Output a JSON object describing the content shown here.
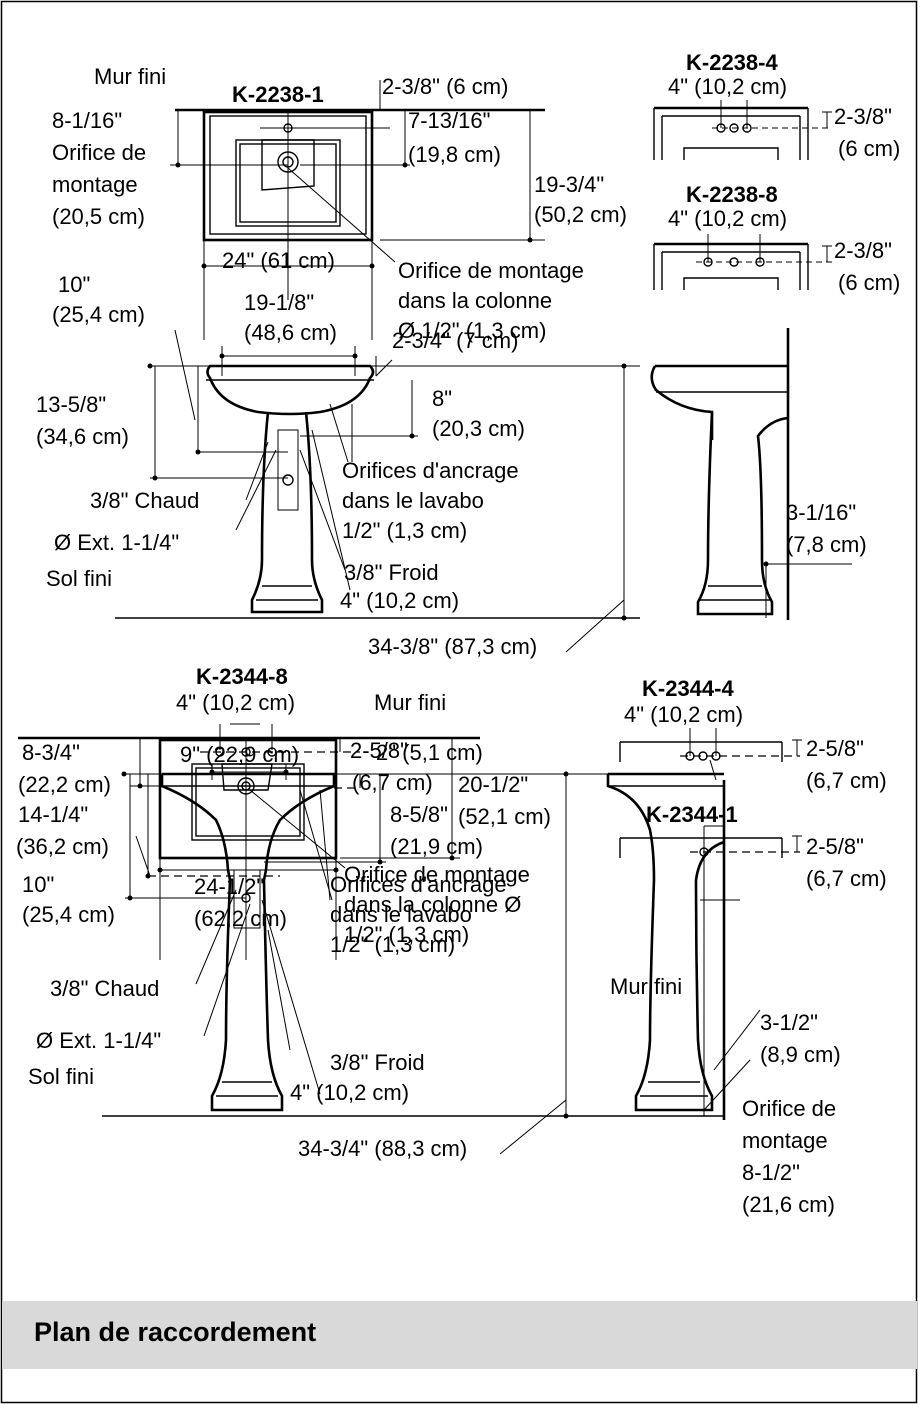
{
  "upper": {
    "model_main": "K-2238-1",
    "model_4": "K-2238-4",
    "model_8": "K-2238-8",
    "wall_label": "Mur fini",
    "floor_label": "Sol fini",
    "dim_2_3_8": "2-3/8\" (6 cm)",
    "dim_7_13_16_a": "7-13/16\"",
    "dim_7_13_16_b": "(19,8 cm)",
    "dim_8_1_16_a": "8-1/16\"",
    "dim_8_1_16_b": "Orifice de",
    "dim_8_1_16_c": "montage",
    "dim_8_1_16_d": "(20,5 cm)",
    "dim_19_3_4_a": "19-3/4\"",
    "dim_19_3_4_b": "(50,2 cm)",
    "dim_24": "24\" (61 cm)",
    "col_hole_a": "Orifice de montage",
    "col_hole_b": "dans la colonne",
    "col_hole_c": "Ø 1/2\" (1,3 cm)",
    "dim_10_a": "10\"",
    "dim_10_b": "(25,4 cm)",
    "dim_19_1_8_a": "19-1/8\"",
    "dim_19_1_8_b": "(48,6 cm)",
    "dim_2_3_4": "2-3/4\" (7 cm)",
    "dim_13_5_8_a": "13-5/8\"",
    "dim_13_5_8_b": "(34,6 cm)",
    "dim_8_a": "8\"",
    "dim_8_b": "(20,3 cm)",
    "anchor_a": "Orifices d'ancrage",
    "anchor_b": "dans le lavabo",
    "anchor_c": "1/2\" (1,3 cm)",
    "hot": "3/8\" Chaud",
    "ext": "Ø Ext. 1-1/4\"",
    "cold": "3/8\" Froid",
    "dim_4_bottom": "4\" (10,2 cm)",
    "dim_3_1_16_a": "3-1/16\"",
    "dim_3_1_16_b": "(7,8 cm)",
    "dim_34_3_8": "34-3/8\" (87,3 cm)",
    "k4_spread": "4\" (10,2 cm)",
    "k4_side_a": "2-3/8\"",
    "k4_side_b": "(6 cm)",
    "k8_spread": "4\" (10,2 cm)",
    "k8_side_a": "2-3/8\"",
    "k8_side_b": "(6 cm)"
  },
  "lower": {
    "model_main": "K-2344-8",
    "model_4": "K-2344-4",
    "model_1": "K-2344-1",
    "wall_label": "Mur fini",
    "wall_label_side": "Mur fini",
    "floor_label": "Sol fini",
    "spread": "4\" (10,2 cm)",
    "dim_8_3_4_a": "8-3/4\"",
    "dim_8_3_4_b": "(22,2 cm)",
    "dim_2_5_8_a": "2-5/8\"",
    "dim_2_5_8_b": "(6,7 cm)",
    "dim_20_1_2_a": "20-1/2\"",
    "dim_20_1_2_b": "(52,1 cm)",
    "dim_24_1_2_a": "24-1/2\"",
    "dim_24_1_2_b": "(62,2 cm)",
    "col_hole_a": "Orifice de montage",
    "col_hole_b": "dans la colonne Ø",
    "col_hole_c": "1/2\" (1,3 cm)",
    "dim_10_a": "10\"",
    "dim_10_b": "(25,4 cm)",
    "dim_9": "9\" (22,9 cm)",
    "dim_2": "2\" (5,1 cm)",
    "dim_14_1_4_a": "14-1/4\"",
    "dim_14_1_4_b": "(36,2 cm)",
    "dim_8_5_8_a": "8-5/8\"",
    "dim_8_5_8_b": "(21,9 cm)",
    "anchor_a": "Orifices d'ancrage",
    "anchor_b": "dans le lavabo",
    "anchor_c": "1/2\" (1,3 cm)",
    "hot": "3/8\" Chaud",
    "ext": "Ø Ext. 1-1/4\"",
    "cold": "3/8\" Froid",
    "dim_4_bottom": "4\" (10,2 cm)",
    "dim_34_3_4": "34-3/4\" (88,3 cm)",
    "dim_3_1_2_a": "3-1/2\"",
    "dim_3_1_2_b": "(8,9 cm)",
    "mount_a": "Orifice de",
    "mount_b": "montage",
    "mount_c": "8-1/2\"",
    "mount_d": "(21,6 cm)",
    "k4_spread": "4\" (10,2 cm)",
    "k4_side_a": "2-5/8\"",
    "k4_side_b": "(6,7 cm)",
    "k1_side_a": "2-5/8\"",
    "k1_side_b": "(6,7 cm)"
  },
  "section": {
    "title": "Plan de raccordement"
  }
}
